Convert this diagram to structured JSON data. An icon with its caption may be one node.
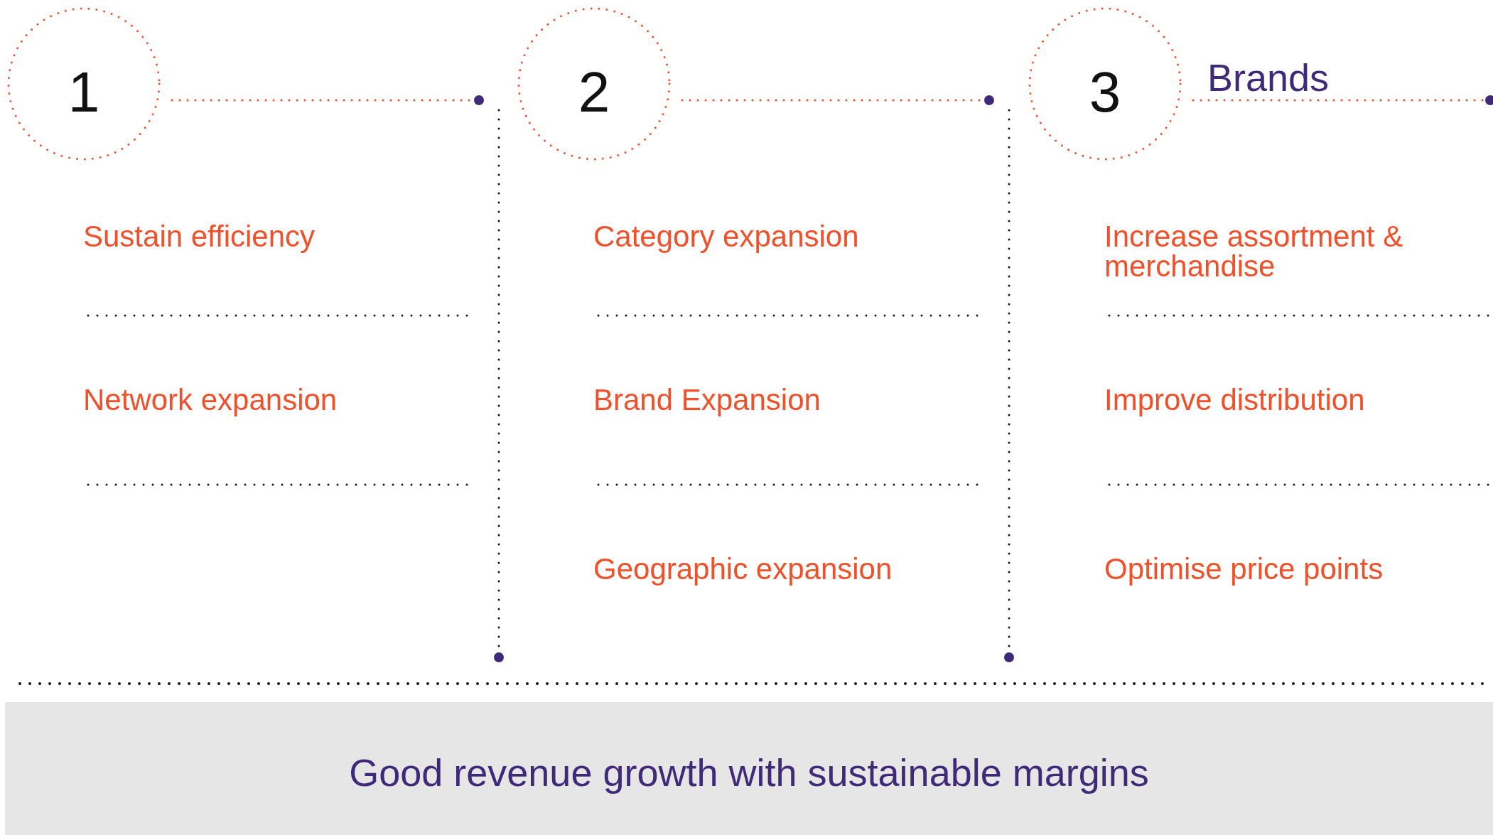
{
  "diagram": {
    "nodes": [
      {
        "text": [
          "1"
        ]
      },
      {
        "text": [
          "2"
        ]
      },
      {
        "text": [
          "3",
          "Brands"
        ]
      },
      {
        "text": [
          "Good revenue growth with sustainable margins"
        ]
      }
    ],
    "labels": [
      "Sustain efficiency",
      "Category expansion",
      "Increase assortment & merchandise",
      "Network expansion",
      "Brand Expansion",
      "Improve distribution",
      "Geographic expansion",
      "Optimise price points"
    ]
  }
}
